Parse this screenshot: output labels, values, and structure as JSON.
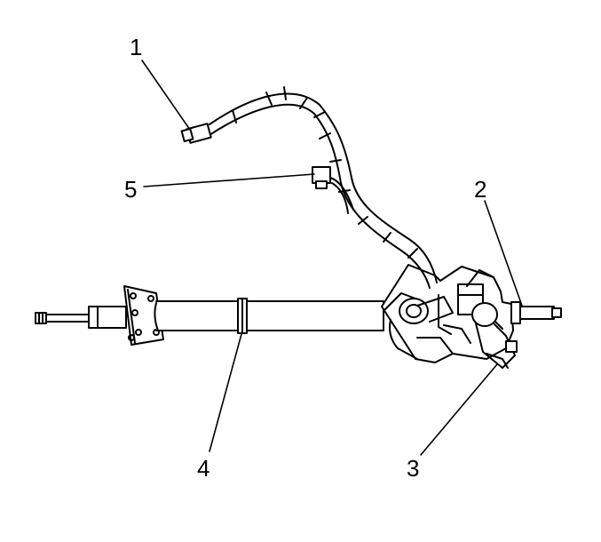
{
  "diagram": {
    "line_color": "#000000",
    "background": "#ffffff",
    "callouts": [
      {
        "id": "c1",
        "label": "1"
      },
      {
        "id": "c2",
        "label": "2"
      },
      {
        "id": "c3",
        "label": "3"
      },
      {
        "id": "c4",
        "label": "4"
      },
      {
        "id": "c5",
        "label": "5"
      }
    ]
  }
}
